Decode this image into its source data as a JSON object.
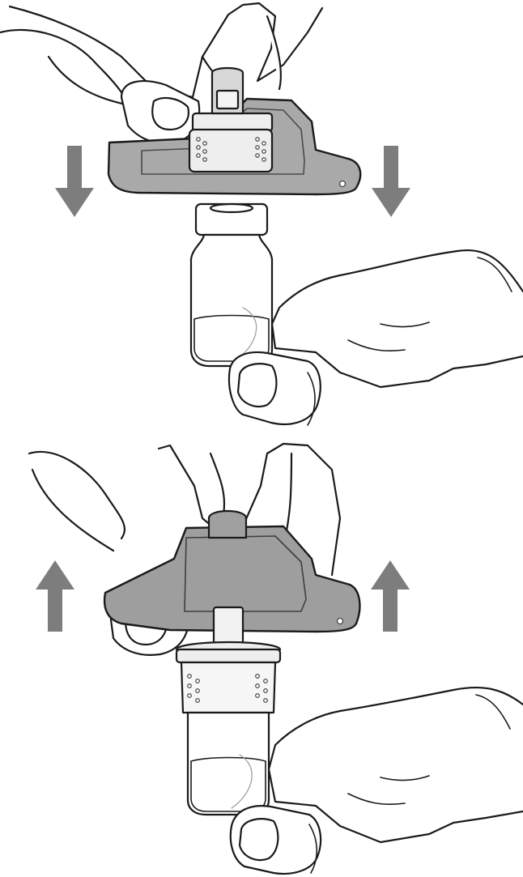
{
  "figure": {
    "panels": [
      {
        "id": "attach",
        "arrow_direction": "down",
        "arrow_count": 2
      },
      {
        "id": "remove",
        "arrow_direction": "up",
        "arrow_count": 2
      }
    ]
  },
  "colors": {
    "arrow": "#7d7d7d",
    "tray_fill": "#a9a9a9",
    "tray_fill_dark": "#9e9e9e",
    "adapter_fill": "#eeeeee",
    "liquid": "#ffffff",
    "line": "#1a1a1a",
    "background": "#ffffff"
  },
  "icons": {
    "arrow_down": "arrow-down-icon",
    "arrow_up": "arrow-up-icon"
  }
}
